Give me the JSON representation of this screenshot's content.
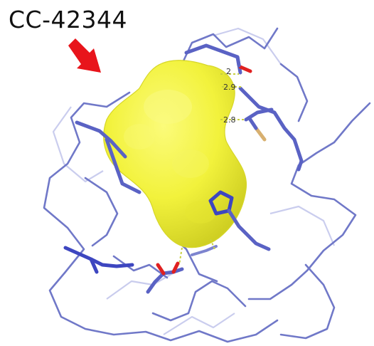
{
  "compound": {
    "name": "CC-42344"
  },
  "interactions": {
    "distances": [
      "2.9",
      "2.8"
    ]
  },
  "colors": {
    "backbone": "#7078c8",
    "backbone_light": "#aeb4e4",
    "stick": "#5a62c4",
    "oxygen": "#e02020",
    "sulfur": "#d8b070",
    "surface": "#f2f23c",
    "surface_shade": "#d9d92a",
    "arrow": "#e8141b",
    "hbond": "#c8d040"
  }
}
